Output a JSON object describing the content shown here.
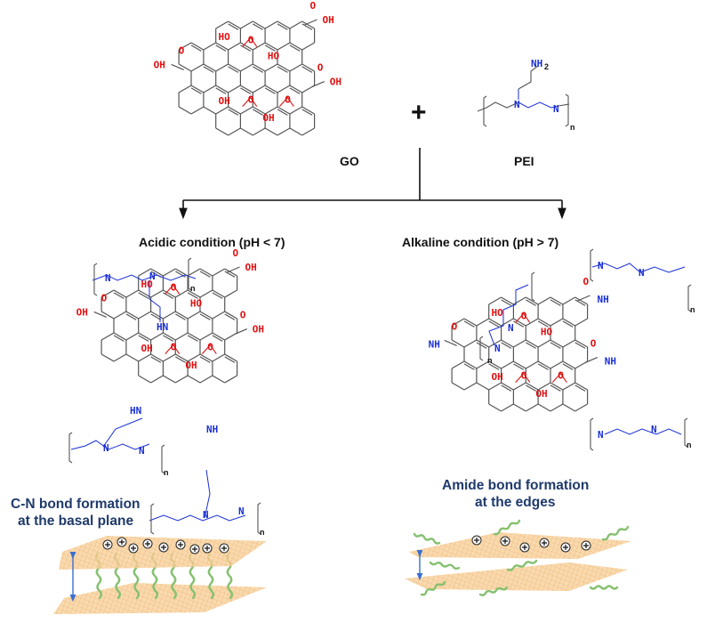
{
  "reactants": {
    "go_label": "GO",
    "pei_label": "PEI",
    "plus_sign": "+",
    "pei_amine": "NH",
    "pei_amine_sub": "2",
    "pei_repeat": "n"
  },
  "atoms": {
    "oxygen": "O",
    "hydroxyl": "OH",
    "hydroxyl_rev": "HO",
    "nitrogen": "N",
    "amine": "NH",
    "amine_rev": "HN"
  },
  "branches": {
    "acidic": {
      "title": "Acidic condition (pH < 7)",
      "caption_line1": "C-N bond formation",
      "caption_line2": "at the basal plane",
      "charges": 9,
      "tethers": 8
    },
    "alkaline": {
      "title": "Alkaline condition (pH > 7)",
      "caption_line1": "Amide bond formation",
      "caption_line2": "at the edges",
      "charges": 6,
      "edge_chains": 8
    }
  },
  "colors": {
    "oxygen": "#e01010",
    "nitrogen": "#1a2fd6",
    "caption": "#1f3a6b",
    "sheet": "#f6c78c",
    "chain": "#86c170",
    "spacing_arrow": "#3a6fd0"
  }
}
